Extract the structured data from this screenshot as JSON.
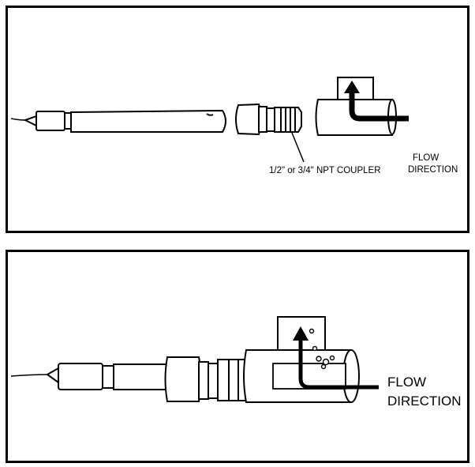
{
  "top_panel": {
    "coupler_label": "1/2\" or 3/4\" NPT COUPLER",
    "flow_line1": "FLOW",
    "flow_line2": "DIRECTION"
  },
  "bottom_panel": {
    "flow_line1": "FLOW",
    "flow_line2": "DIRECTION"
  },
  "colors": {
    "stroke": "#000000",
    "background": "#ffffff"
  }
}
